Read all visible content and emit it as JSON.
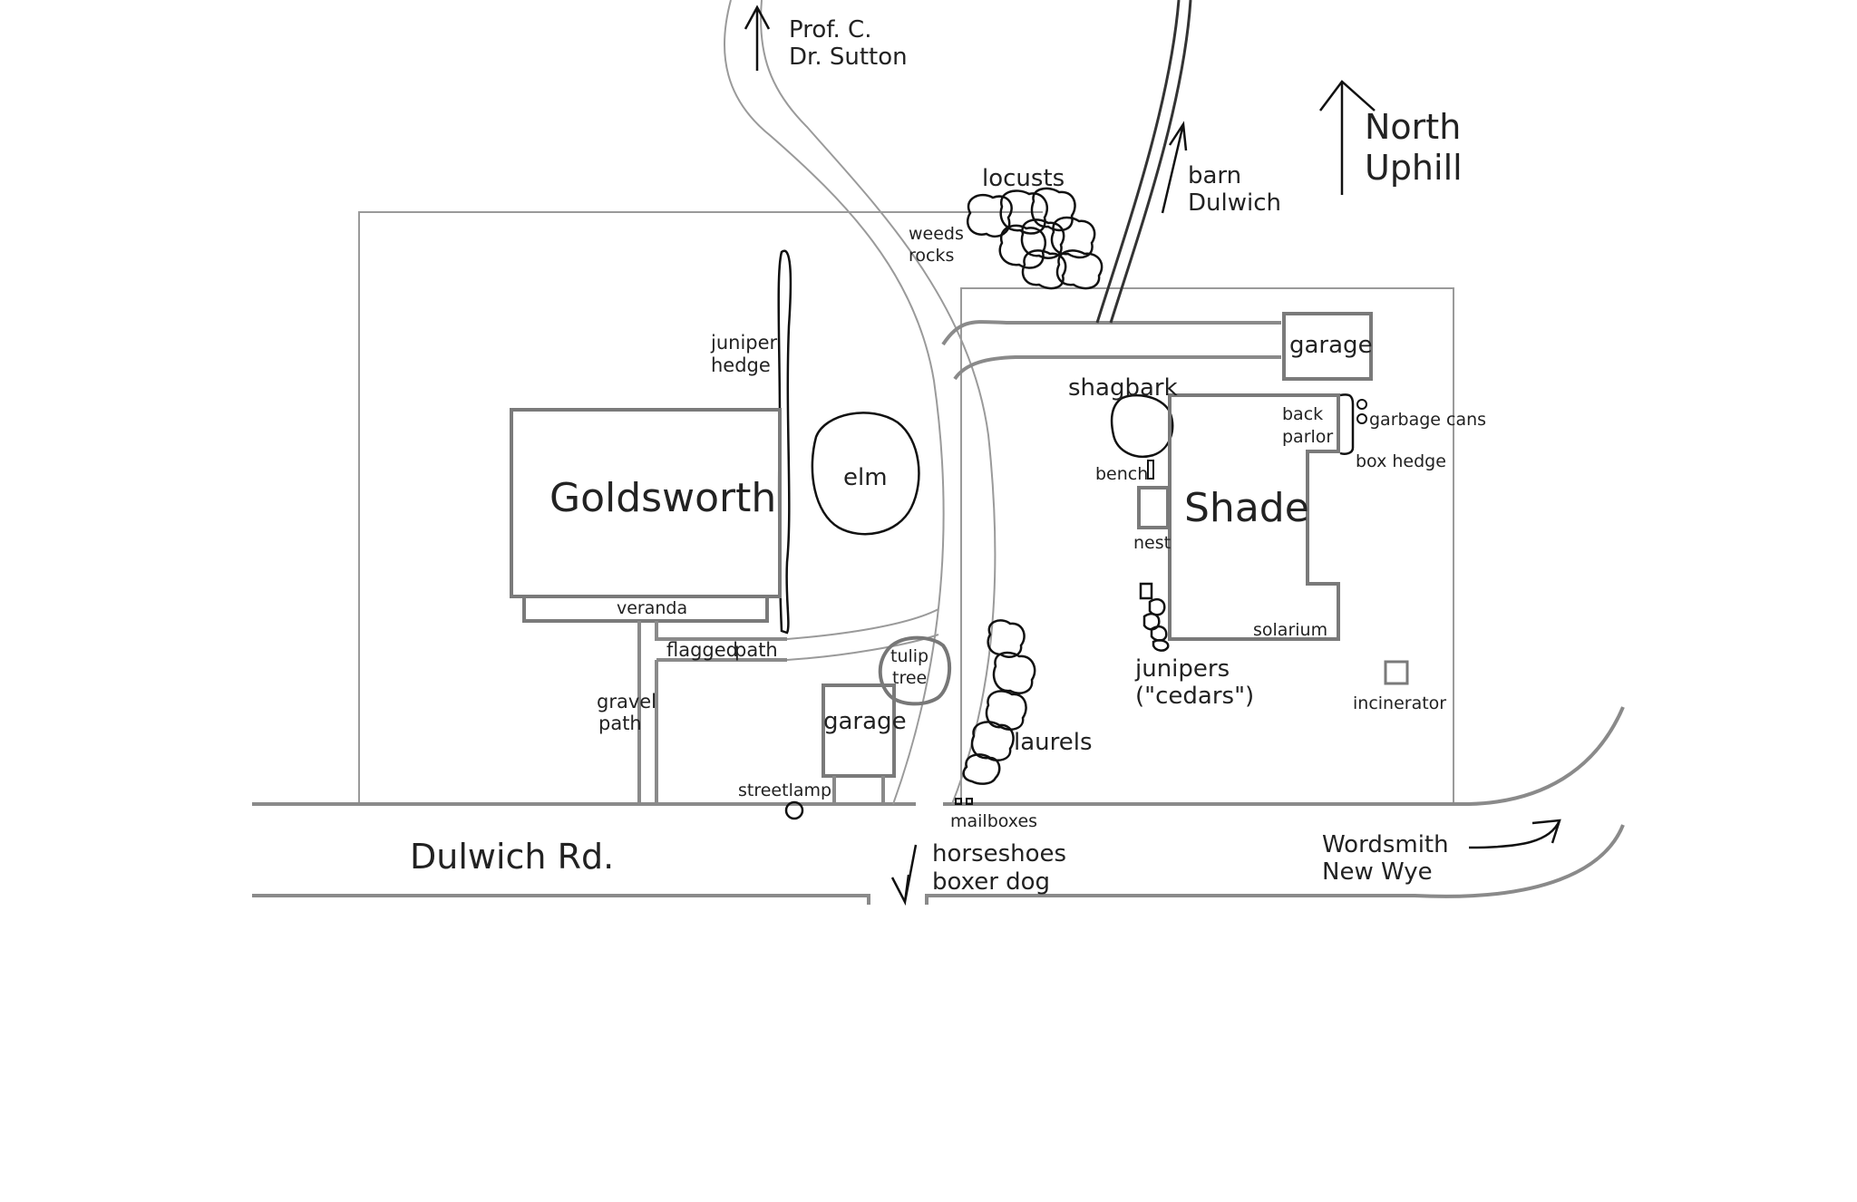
{
  "map": {
    "colors": {
      "background": "#ffffff",
      "lines": "#8a8a8a",
      "ink": "#111111"
    },
    "labels": {
      "prof": "Prof. C.",
      "sutton": "Dr. Sutton",
      "north": "North",
      "uphill": "Uphill",
      "locusts": "locusts",
      "barn": "barn",
      "dulwich_up": "Dulwich",
      "weeds": "weeds",
      "rocks": "rocks",
      "juniper": "juniper",
      "hedge": "hedge",
      "goldsworth": "Goldsworth",
      "elm": "elm",
      "veranda": "veranda",
      "flagged": "flagged",
      "path": "path",
      "gravel": "gravel",
      "gravel_path": "path",
      "tulip": "tulip",
      "tree": "tree",
      "garage_left": "garage",
      "streetlamp": "streetlamp",
      "garage_right": "garage",
      "shagbark": "shagbark",
      "back": "back",
      "parlor": "parlor",
      "garbage_cans": "garbage cans",
      "box_hedge": "box hedge",
      "bench": "bench",
      "shade": "Shade",
      "nest": "nest",
      "solarium": "solarium",
      "junipers": "junipers",
      "cedars": "(\"cedars\")",
      "incinerator": "incinerator",
      "laurels": "laurels",
      "mailboxes": "mailboxes",
      "dulwich_rd": "Dulwich Rd.",
      "horseshoes": "horseshoes",
      "boxer_dog": "boxer dog",
      "wordsmith": "Wordsmith",
      "new_wye": "New Wye"
    }
  }
}
